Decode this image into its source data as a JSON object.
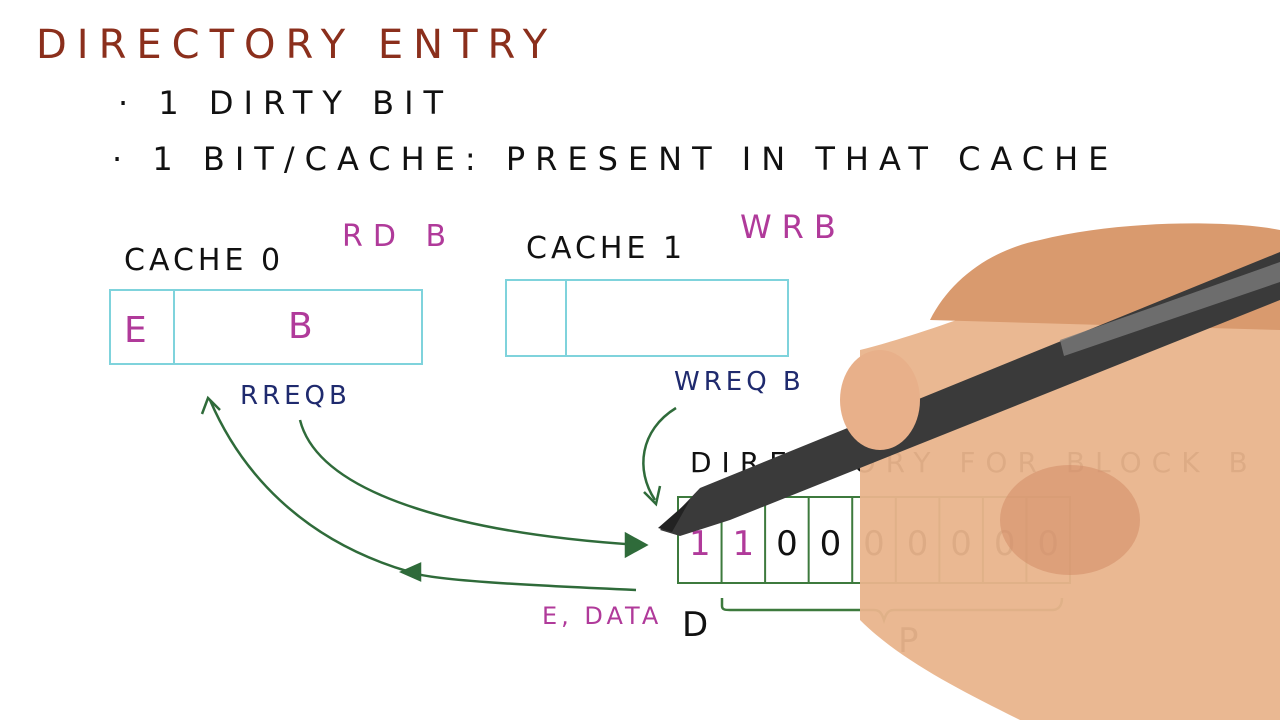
{
  "title": "DIRECTORY ENTRY",
  "bullets": [
    "· 1 DIRTY BIT",
    "· 1 BIT/CACHE: PRESENT IN THAT CACHE"
  ],
  "cache0": {
    "label": "CACHE 0",
    "op": "RD B",
    "state": "E",
    "block": "B"
  },
  "cache1": {
    "label": "CACHE 1",
    "op": "WRB"
  },
  "messages": {
    "read_request": "RREQB",
    "write_request": "WREQ B",
    "reply": "E, DATA"
  },
  "directory": {
    "label": "DIRECTORY FOR BLOCK B",
    "bits": [
      "1",
      "1",
      "0",
      "0",
      "0",
      "0",
      "0",
      "0",
      "0"
    ],
    "dirty_label": "D",
    "presence_label": "P"
  },
  "colors": {
    "title": "#8b2f1c",
    "ink": "#111111",
    "magenta": "#b03a9a",
    "navy": "#1f2a6e",
    "cyan": "#7fd3dc",
    "green": "#2f6b3a",
    "dir_border": "#3d7a3d"
  }
}
